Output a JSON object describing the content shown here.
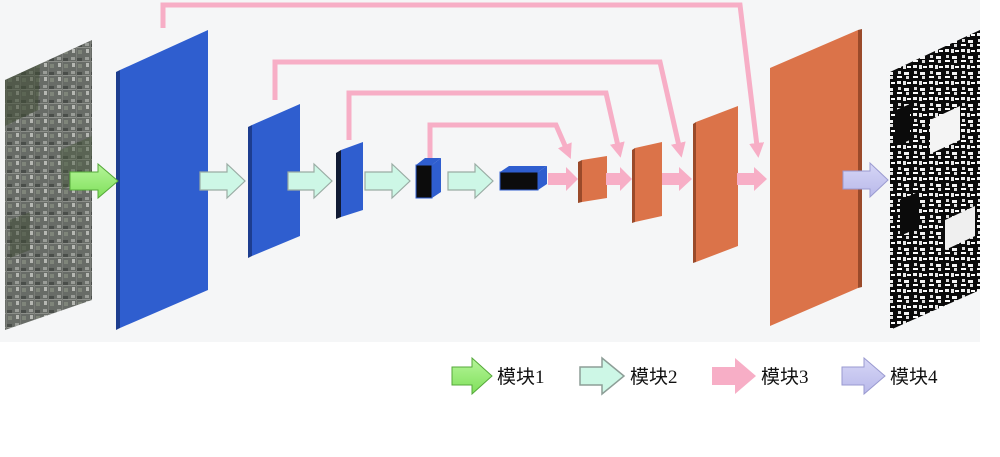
{
  "legend": [
    {
      "label": "模块1",
      "color": "#7fe05a"
    },
    {
      "label": "模块2",
      "color": "#cdf7e6"
    },
    {
      "label": "模块3",
      "color": "#f7aec6"
    },
    {
      "label": "模块4",
      "color": "#b9b9ea"
    }
  ],
  "colors": {
    "encoder": "#2f5ecf",
    "encoder_edge": "#1d3d8f",
    "decoder": "#db7349",
    "decoder_edge": "#9a4a2a",
    "background": "#f5f6f7"
  }
}
